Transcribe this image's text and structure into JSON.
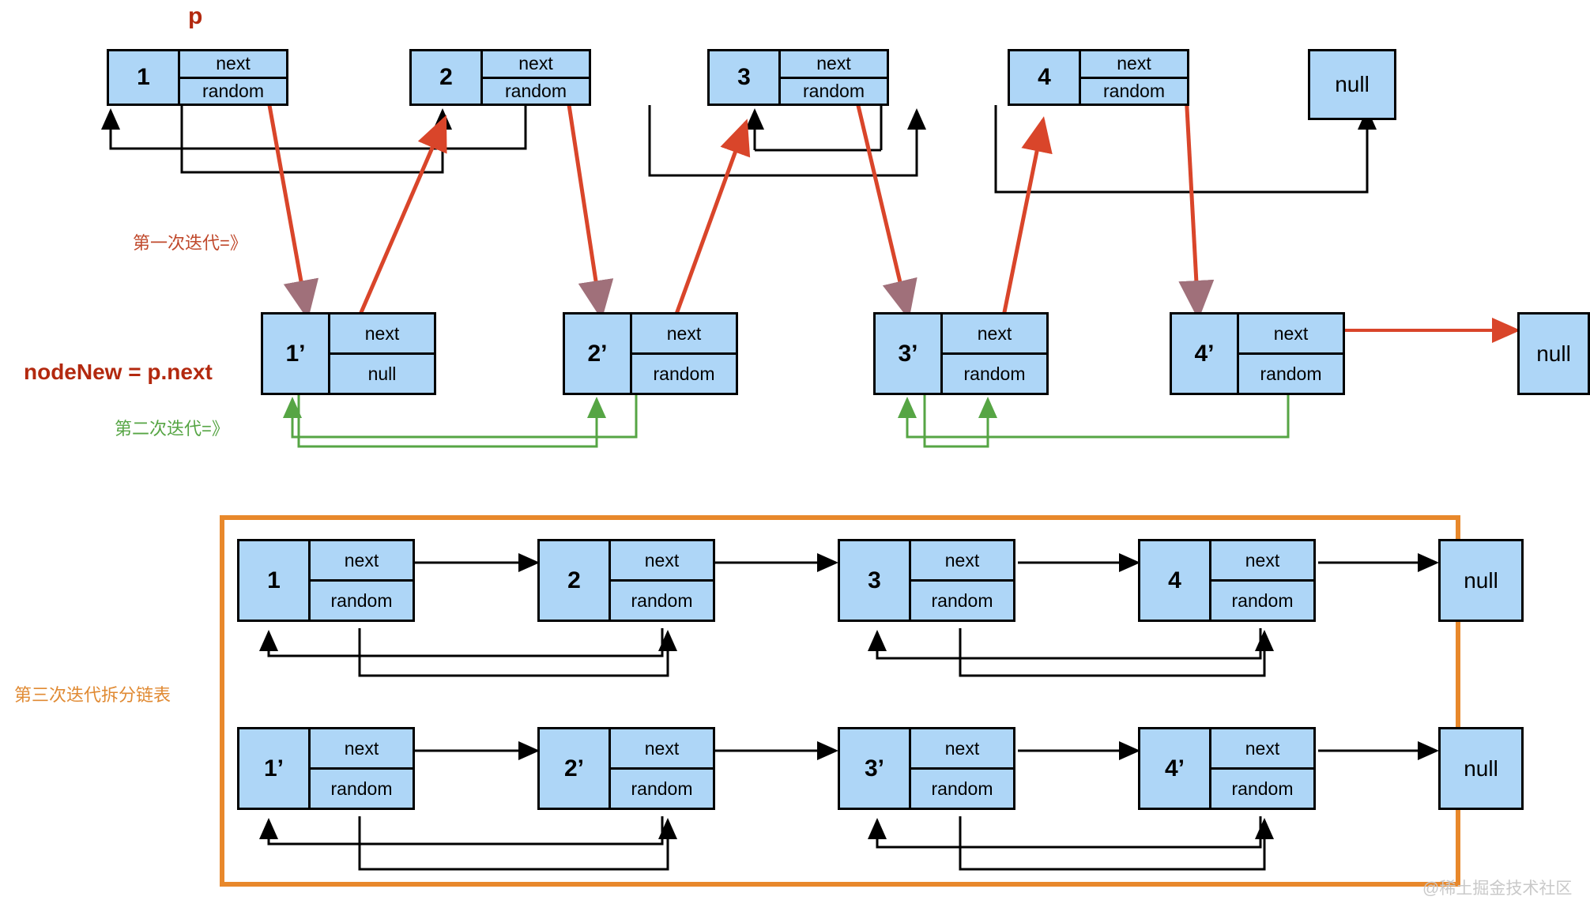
{
  "diagram": {
    "title": "Copy List with Random Pointer - interleaving node technique",
    "watermark": "@稀土掘金技术社区",
    "colors": {
      "node_fill": "#aed6f7",
      "node_border": "#000000",
      "red_accent": "#d9452a",
      "dark_red_text": "#b3290f",
      "green_accent": "#56a544",
      "orange_accent": "#e8882b",
      "black_line": "#000000"
    }
  },
  "labels": {
    "p": "p",
    "nodeNew": "nodeNew = p.next",
    "iteration1": "第一次迭代=》",
    "iteration2": "第二次迭代=》",
    "iteration3": "第三次迭代拆分链表"
  },
  "fields": {
    "next": "next",
    "random": "random",
    "null": "null"
  },
  "rows": {
    "original": {
      "name": "original-list-row",
      "nodes": [
        {
          "value": "1",
          "top": "next",
          "bottom": "random"
        },
        {
          "value": "2",
          "top": "next",
          "bottom": "random"
        },
        {
          "value": "3",
          "top": "next",
          "bottom": "random"
        },
        {
          "value": "4",
          "top": "next",
          "bottom": "random"
        }
      ],
      "terminator": "null"
    },
    "copies": {
      "name": "copied-nodes-row",
      "nodes": [
        {
          "value": "1’",
          "top": "next",
          "bottom": "null"
        },
        {
          "value": "2’",
          "top": "next",
          "bottom": "random"
        },
        {
          "value": "3’",
          "top": "next",
          "bottom": "random"
        },
        {
          "value": "4’",
          "top": "next",
          "bottom": "random"
        }
      ],
      "terminator": "null"
    },
    "split_original": {
      "name": "split-original-row",
      "nodes": [
        {
          "value": "1",
          "top": "next",
          "bottom": "random"
        },
        {
          "value": "2",
          "top": "next",
          "bottom": "random"
        },
        {
          "value": "3",
          "top": "next",
          "bottom": "random"
        },
        {
          "value": "4",
          "top": "next",
          "bottom": "random"
        }
      ],
      "terminator": "null"
    },
    "split_copy": {
      "name": "split-copy-row",
      "nodes": [
        {
          "value": "1’",
          "top": "next",
          "bottom": "random"
        },
        {
          "value": "2’",
          "top": "next",
          "bottom": "random"
        },
        {
          "value": "3’",
          "top": "next",
          "bottom": "random"
        },
        {
          "value": "4’",
          "top": "next",
          "bottom": "random"
        }
      ],
      "terminator": "null"
    }
  },
  "edges": {
    "original_random": [
      {
        "from": "1",
        "to": "2"
      },
      {
        "from": "2",
        "to": "1"
      },
      {
        "from": "3",
        "to": "4"
      },
      {
        "from": "4",
        "to": "null"
      }
    ],
    "copy_random": [
      {
        "from": "1’",
        "to": "2’"
      },
      {
        "from": "2’",
        "to": "1’"
      },
      {
        "from": "3’",
        "to": "4’"
      },
      {
        "from": "4’",
        "to": "3’"
      }
    ],
    "red_creation": [
      {
        "from": "1.next",
        "to": "1’"
      },
      {
        "from": "1’.next",
        "to": "2"
      },
      {
        "from": "2.next",
        "to": "2’"
      },
      {
        "from": "2’.next",
        "to": "3"
      },
      {
        "from": "3.next",
        "to": "3’"
      },
      {
        "from": "3’.next",
        "to": "4"
      },
      {
        "from": "4.next",
        "to": "4’"
      },
      {
        "from": "4’.next",
        "to": "null"
      }
    ]
  }
}
